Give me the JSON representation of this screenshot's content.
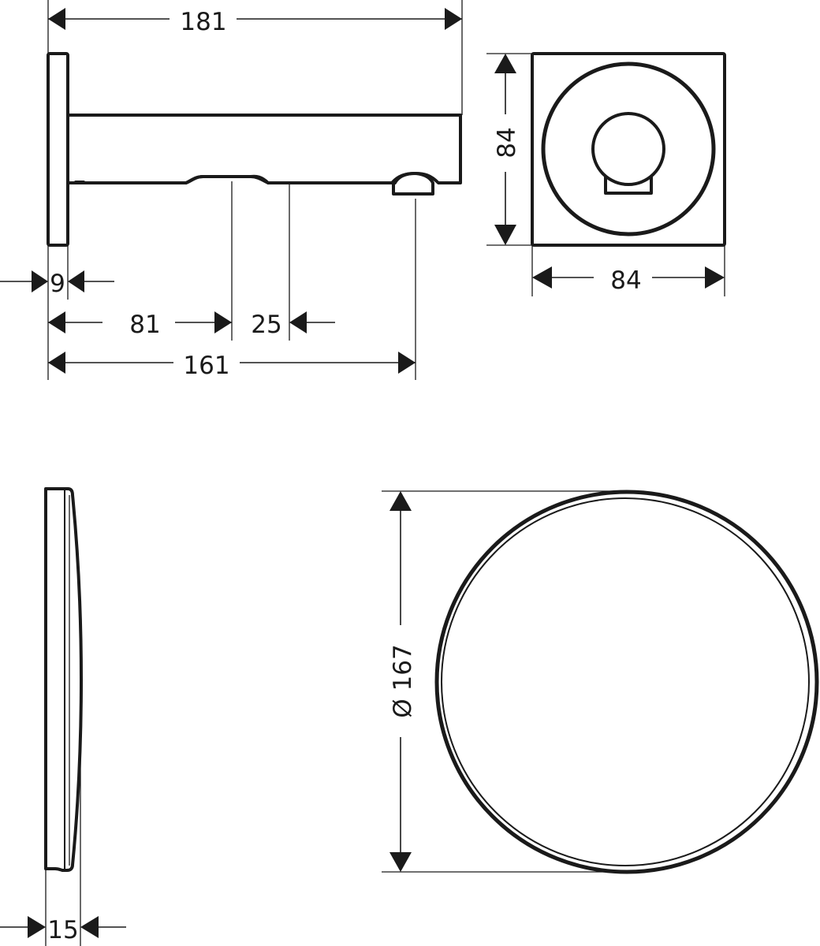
{
  "drawing": {
    "views": {
      "side_spout": {
        "overall_length": "181",
        "plate_thickness": "9",
        "to_sensor_start": "81",
        "sensor_width": "25",
        "to_outlet": "161"
      },
      "front_spout": {
        "height": "84",
        "width": "84"
      },
      "side_plate": {
        "thickness": "15"
      },
      "front_plate": {
        "diameter": "Ø 167"
      }
    },
    "line_color": "#1a1a1a",
    "background": "#ffffff"
  }
}
